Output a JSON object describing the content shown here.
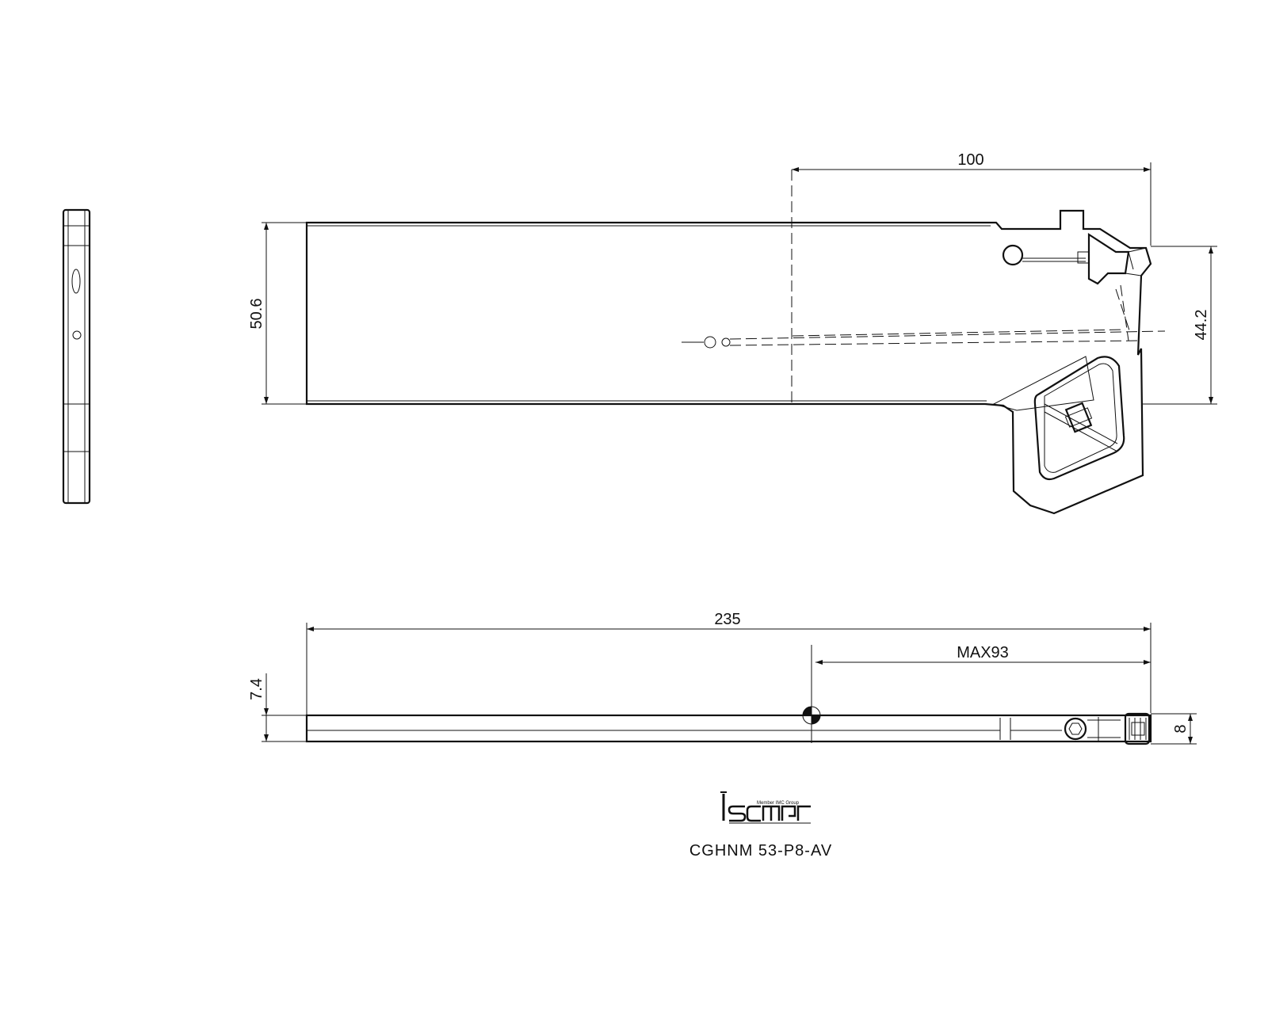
{
  "drawing": {
    "dimensions": {
      "top_length": "100",
      "height": "50.6",
      "cut_height": "44.2",
      "overall_length": "235",
      "max_depth": "MAX93",
      "blade_thickness": "7.4",
      "insert_width": "8"
    },
    "title_block": {
      "part_number": "CGHNM 53-P8-AV",
      "logo_tagline": "Member IMC Group",
      "logo_text": "iscar"
    }
  }
}
